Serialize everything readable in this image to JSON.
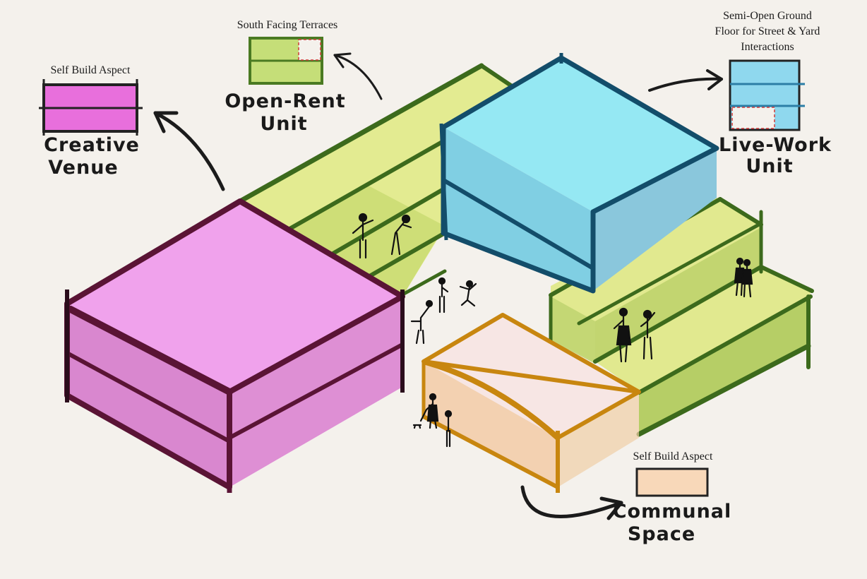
{
  "labels": {
    "creative_aspect": "Self Build Aspect",
    "creative_name_1": "Creative",
    "creative_name_2": "Venue",
    "openrent_aspect": "South Facing Terraces",
    "openrent_name_1": "Open-Rent",
    "openrent_name_2": "Unit",
    "livework_aspect_1": "Semi-Open Ground",
    "livework_aspect_2": "Floor for Street & Yard",
    "livework_aspect_3": "Interactions",
    "livework_name_1": "Live-Work",
    "livework_name_2": "Unit",
    "communal_aspect": "Self Build Aspect",
    "communal_name_1": "Communal",
    "communal_name_2": "Space"
  },
  "colors": {
    "background": "#f4f1ec",
    "magenta_top": "#f0a2ec",
    "magenta_side": "#d986cf",
    "magenta_edge": "#5a1435",
    "green_top": "#dfe88a",
    "green_side": "#bed36e",
    "green_edge": "#3c6a1c",
    "cyan_top": "#93e9f3",
    "cyan_side": "#7ccbe0",
    "cyan_edge": "#134d6a",
    "peach_top": "#f7e6e4",
    "peach_side": "#f3d2b2",
    "peach_edge": "#c8860f",
    "ink": "#111111"
  }
}
